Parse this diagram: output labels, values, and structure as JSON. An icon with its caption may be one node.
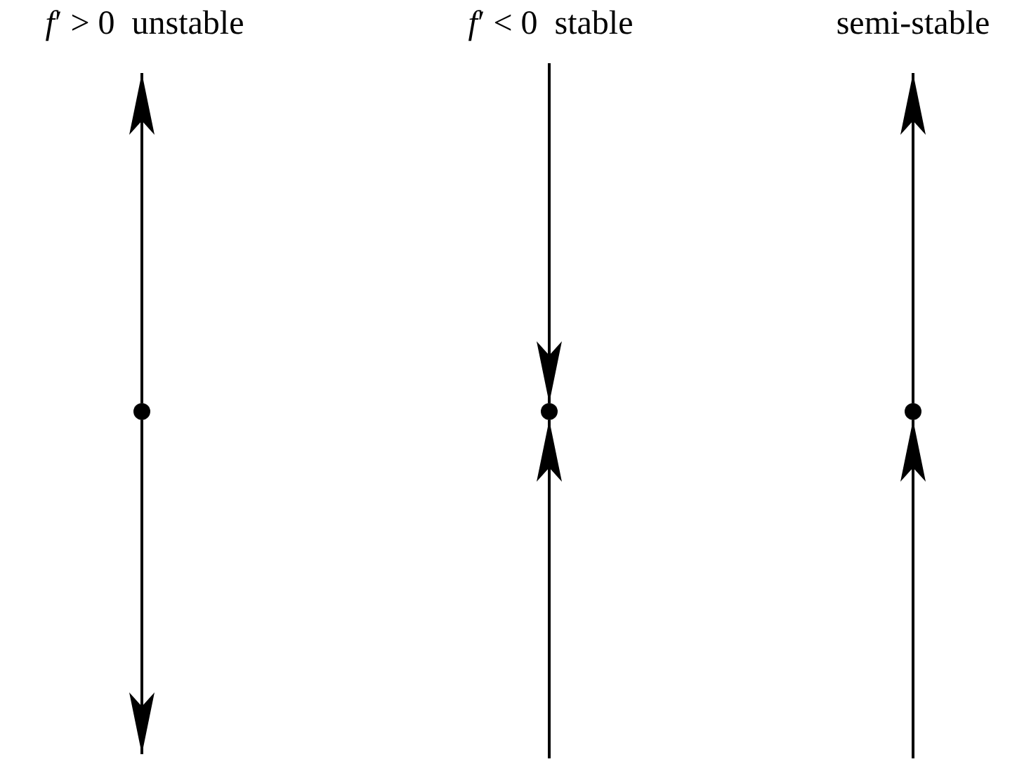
{
  "diagram": {
    "nodes": [
      {
        "text": [],
        "shape": "circle"
      },
      {
        "text": [],
        "shape": "circle"
      },
      {
        "text": [],
        "shape": "circle"
      }
    ],
    "edges": [
      {
        "from": 0,
        "to": null,
        "arrow": "to"
      },
      {
        "from": 0,
        "to": null,
        "arrow": "to"
      },
      {
        "from": null,
        "to": 1,
        "arrow": "to"
      },
      {
        "from": null,
        "to": 1,
        "arrow": "to"
      },
      {
        "from": 2,
        "to": null,
        "arrow": "to"
      },
      {
        "from": null,
        "to": 2,
        "arrow": "to"
      }
    ],
    "labels": [
      "*f*′ > 0  unstable",
      "*f*′ < 0  stable",
      "semi-stable"
    ]
  }
}
